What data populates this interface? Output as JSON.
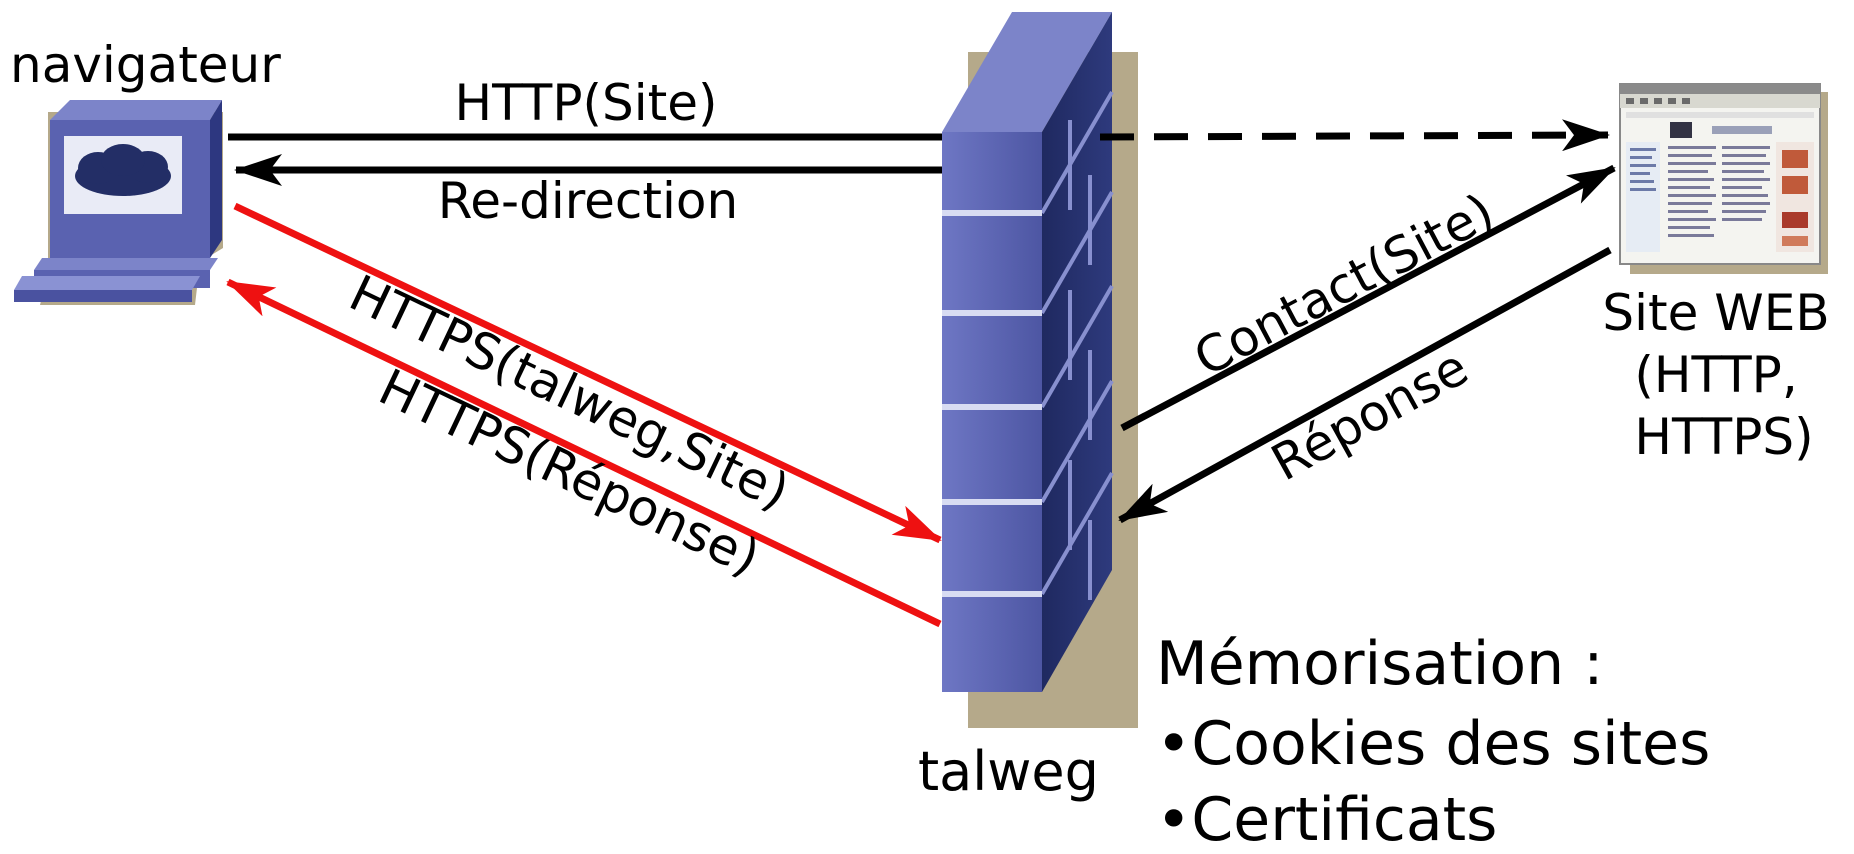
{
  "nodes": {
    "browser_label": "navigateur",
    "firewall_label": "talweg",
    "site_label_lines": [
      "Site WEB",
      "(HTTP,",
      "HTTPS)"
    ]
  },
  "flows": {
    "http_site": "HTTP(Site)",
    "redirection": "Re-direction",
    "https_talweg_site": "HTTPS(talweg,Site)",
    "https_response": "HTTPS(Réponse)",
    "contact_site": "Contact(Site)",
    "response": "Réponse"
  },
  "memorization": {
    "title": "Mémorisation :",
    "items": [
      "•Cookies des sites",
      "•Certificats"
    ]
  },
  "colors": {
    "arrow_black": "#000000",
    "arrow_red": "#ee1111",
    "device_blue": "#5a62b0",
    "device_dark": "#232e66",
    "wall_shadow": "#b5a98a"
  }
}
